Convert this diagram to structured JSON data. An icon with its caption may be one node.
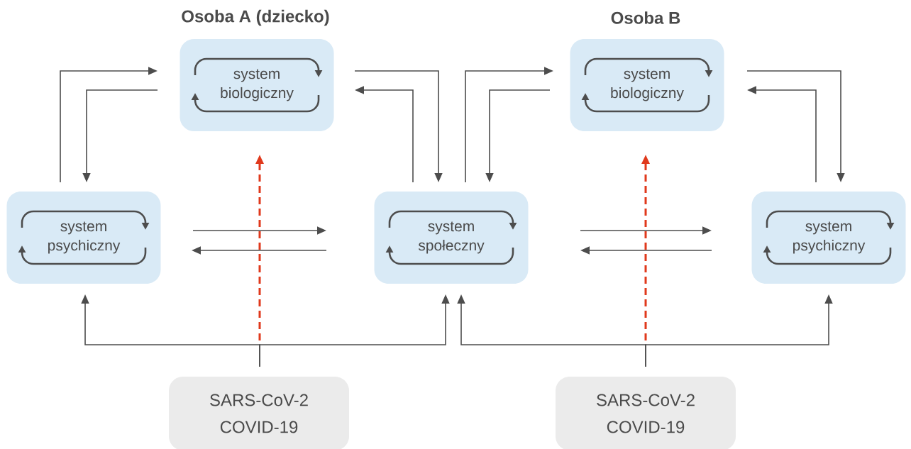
{
  "diagram": {
    "nodes": [
      {
        "text": [
          "Osoba A (dziecko)",
          "system biologiczny"
        ]
      },
      {
        "text": [
          "system psychiczny"
        ]
      },
      {
        "text": [
          "system społeczny"
        ]
      },
      {
        "text": [
          "Osoba B",
          "system biologiczny"
        ]
      },
      {
        "text": [
          "system psychiczny"
        ]
      },
      {
        "text": [
          "SARS-CoV-2",
          "COVID-19"
        ]
      },
      {
        "text": [
          "SARS-CoV-2",
          "COVID-19"
        ]
      }
    ],
    "edges": [
      {
        "from": 1,
        "to": 0,
        "arrow": "to"
      },
      {
        "from": 0,
        "to": 1,
        "arrow": "to"
      },
      {
        "from": 0,
        "to": 2,
        "arrow": "to"
      },
      {
        "from": 2,
        "to": 0,
        "arrow": "to"
      },
      {
        "from": 1,
        "to": 2,
        "arrow": "to"
      },
      {
        "from": 2,
        "to": 1,
        "arrow": "to"
      },
      {
        "from": 2,
        "to": 3,
        "arrow": "to"
      },
      {
        "from": 3,
        "to": 2,
        "arrow": "to"
      },
      {
        "from": 3,
        "to": 4,
        "arrow": "to"
      },
      {
        "from": 4,
        "to": 3,
        "arrow": "to"
      },
      {
        "from": 2,
        "to": 4,
        "arrow": "to"
      },
      {
        "from": 4,
        "to": 2,
        "arrow": "to"
      },
      {
        "from": 5,
        "to": 1,
        "arrow": "to"
      },
      {
        "from": 5,
        "to": 2,
        "arrow": "to"
      },
      {
        "from": 5,
        "to": 0,
        "arrow": "to",
        "style": "dashed",
        "color": "#e0391c"
      },
      {
        "from": 6,
        "to": 2,
        "arrow": "to"
      },
      {
        "from": 6,
        "to": 4,
        "arrow": "to"
      },
      {
        "from": 6,
        "to": 3,
        "arrow": "to",
        "style": "dashed",
        "color": "#e0391c"
      }
    ]
  }
}
